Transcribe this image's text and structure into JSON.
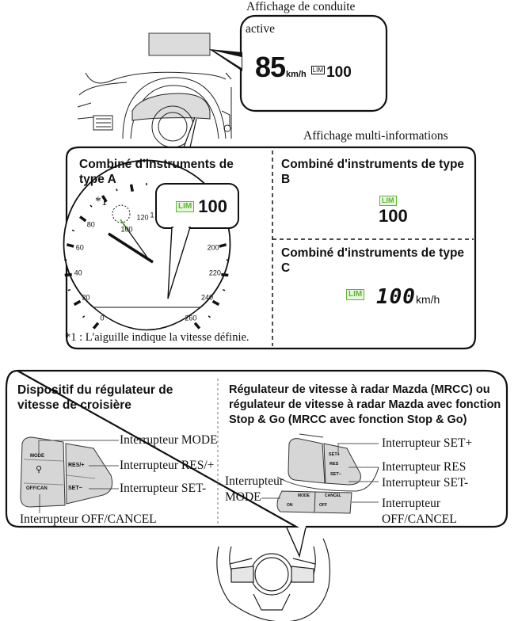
{
  "colors": {
    "lim_green": "#5cb531",
    "display_gray": "#dcdcdc",
    "line": "#111111"
  },
  "driving_display": {
    "caption": "Affichage de conduite",
    "status": "active",
    "speed": "85",
    "speed_unit": "km/h",
    "lim_badge": "LIM",
    "set_speed": "100"
  },
  "multi_info": {
    "caption": "Affichage multi-informations",
    "type_a": {
      "title": "Combiné d'instruments de type A",
      "callout_badge": "LIM",
      "callout_value": "100",
      "marker": "*1",
      "gauge_ticks": [
        "0",
        "20",
        "40",
        "60",
        "80",
        "100",
        "120",
        "1",
        "200",
        "220",
        "240",
        "260"
      ],
      "needle_speed_kmh": 85,
      "set_speed_kmh": 100,
      "footnote": "*1 : L'aiguille indique la vitesse définie."
    },
    "type_b": {
      "title": "Combiné d'instruments de type B",
      "badge": "LIM",
      "value": "100"
    },
    "type_c": {
      "title": "Combiné d'instruments de type C",
      "badge": "LIM",
      "value": "100",
      "unit": "km/h"
    }
  },
  "cruise": {
    "title": "Dispositif du régulateur de vitesse de croisière",
    "switch_text": {
      "mode": "MODE",
      "offcan": "OFF/CAN",
      "res": "RES/+",
      "set": "SET−"
    },
    "labels": {
      "mode": "Interrupteur MODE",
      "res": "Interrupteur RES/+",
      "set_minus": "Interrupteur SET-",
      "off_cancel": "Interrupteur OFF/CANCEL"
    }
  },
  "mrcc": {
    "title": "Régulateur de vitesse à radar Mazda (MRCC) ou régulateur de vitesse à radar Mazda avec fonction Stop & Go (MRCC avec fonction Stop & Go)",
    "switch_text": {
      "set_plus": "SET+",
      "res": "RES",
      "set_minus": "SET−",
      "on": "ON",
      "mode": "MODE",
      "cancel": "CANCEL",
      "off": "OFF"
    },
    "labels": {
      "set_plus": "Interrupteur SET+",
      "res": "Interrupteur RES",
      "set_minus": "Interrupteur SET-",
      "mode_line1": "Interrupteur",
      "mode_line2": "MODE",
      "off_cancel_line1": "Interrupteur",
      "off_cancel_line2": "OFF/CANCEL"
    }
  }
}
